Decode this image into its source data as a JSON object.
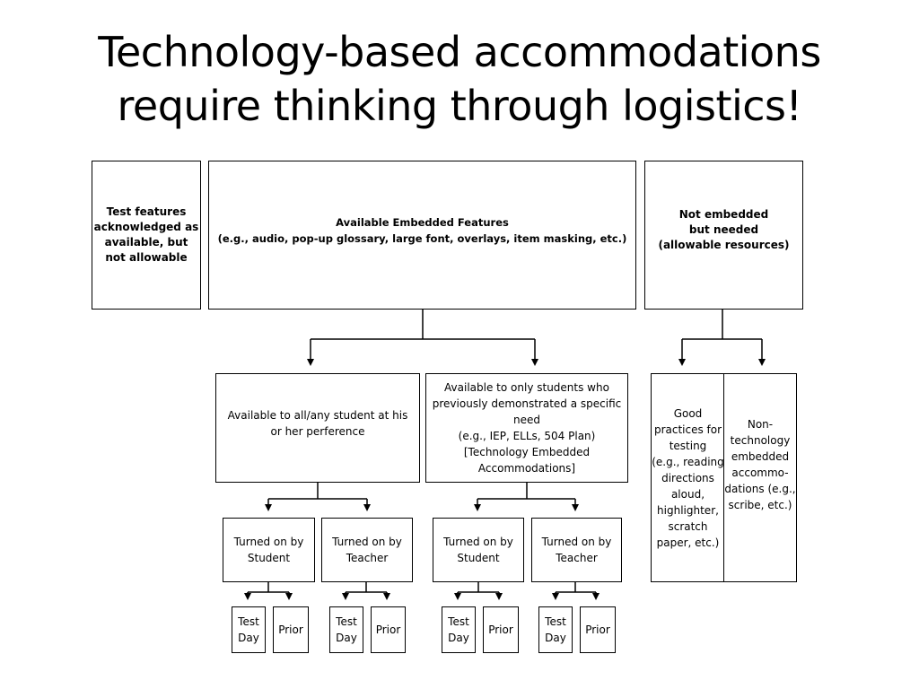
{
  "slide": {
    "title_line1": "Technology-based accommodations",
    "title_line2": "require thinking through logistics!"
  },
  "boxes": {
    "not_allowable": [
      "Test features",
      "acknowledged as",
      "available, but",
      "not allowable"
    ],
    "embedded": [
      "Available Embedded Features",
      "(e.g., audio, pop-up glossary, large font, overlays, item masking, etc.)"
    ],
    "not_embedded": [
      "Not embedded",
      "but needed",
      "(allowable resources)"
    ],
    "all_students": [
      "Available to all/any student at his",
      "or her perference"
    ],
    "only_students": [
      "Available to only students who",
      "previously demonstrated a specific",
      "need",
      "(e.g., IEP, ELLs, 504 Plan)",
      "[Technology Embedded",
      "Accommodations]"
    ],
    "good_practices": [
      "Good",
      "practices for",
      "testing",
      "(e.g., reading",
      "directions",
      "aloud,",
      "highlighter,",
      "scratch",
      "paper, etc.)"
    ],
    "non_technology": [
      "Non-",
      "technology",
      "embedded",
      "accommo-",
      "dations (e.g.,",
      "scribe, etc.)"
    ],
    "turned_on_student": [
      "Turned on by",
      "Student"
    ],
    "turned_on_teacher": [
      "Turned on by",
      "Teacher"
    ],
    "test_day": [
      "Test",
      "Day"
    ],
    "prior": [
      "Prior"
    ]
  }
}
